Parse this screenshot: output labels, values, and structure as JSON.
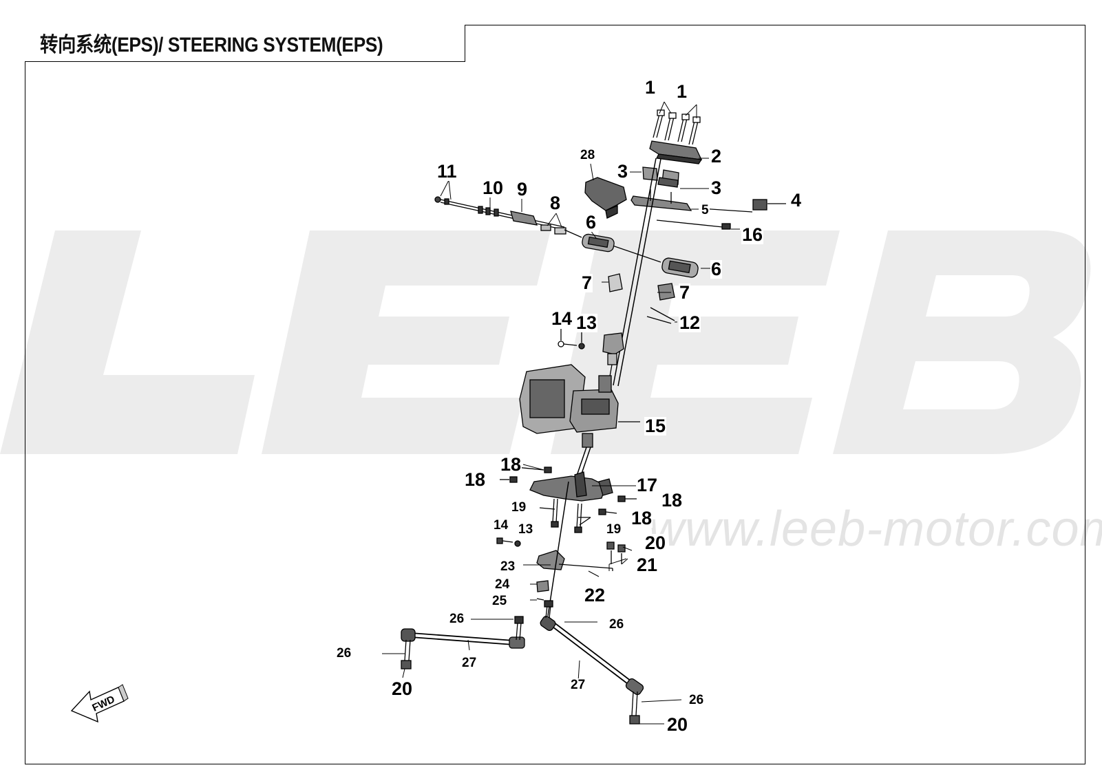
{
  "title": "转向系统(EPS)/ STEERING SYSTEM(EPS)",
  "watermark": {
    "logo_text": "LEEB",
    "url": "www.leeb-motor.com"
  },
  "fwd_label": "FWD",
  "callouts": [
    {
      "n": "1"
    },
    {
      "n": "1"
    },
    {
      "n": "2"
    },
    {
      "n": "3"
    },
    {
      "n": "3"
    },
    {
      "n": "4"
    },
    {
      "n": "5"
    },
    {
      "n": "28"
    },
    {
      "n": "11"
    },
    {
      "n": "10"
    },
    {
      "n": "9"
    },
    {
      "n": "8"
    },
    {
      "n": "6"
    },
    {
      "n": "6"
    },
    {
      "n": "16"
    },
    {
      "n": "7"
    },
    {
      "n": "7"
    },
    {
      "n": "12"
    },
    {
      "n": "14"
    },
    {
      "n": "13"
    },
    {
      "n": "15"
    },
    {
      "n": "18"
    },
    {
      "n": "18"
    },
    {
      "n": "17"
    },
    {
      "n": "18"
    },
    {
      "n": "18"
    },
    {
      "n": "19"
    },
    {
      "n": "19"
    },
    {
      "n": "14"
    },
    {
      "n": "13"
    },
    {
      "n": "20"
    },
    {
      "n": "21"
    },
    {
      "n": "23"
    },
    {
      "n": "24"
    },
    {
      "n": "22"
    },
    {
      "n": "25"
    },
    {
      "n": "26"
    },
    {
      "n": "26"
    },
    {
      "n": "26"
    },
    {
      "n": "27"
    },
    {
      "n": "27"
    },
    {
      "n": "20"
    },
    {
      "n": "26"
    },
    {
      "n": "20"
    }
  ]
}
